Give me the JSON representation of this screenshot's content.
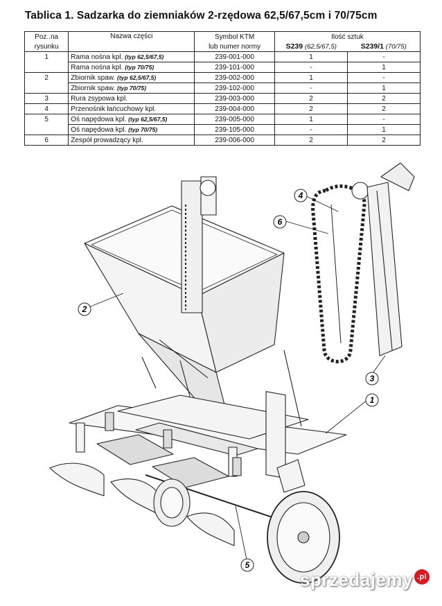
{
  "title": "Tablica 1. Sadzarka do ziemniaków 2-rzędowa 62,5/67,5cm i 70/75cm",
  "table": {
    "headers": {
      "poz_line1": "Poz..na",
      "poz_line2": "rysunku",
      "name": "Nazwa części",
      "symbol_line1": "Symbol KTM",
      "symbol_line2": "lub numer normy",
      "qty": "Ilość sztuk",
      "qty_a_model": "S239",
      "qty_a_type": "(62,5/67,5)",
      "qty_b_model": "S239/1",
      "qty_b_type": "(70/75)"
    },
    "rows": [
      {
        "poz": "1",
        "name": "Rama nośna kpl.",
        "subtype": "(typ 62,5/67,5)",
        "symbol": "239-001-000",
        "qty_a": "1",
        "qty_b": "-"
      },
      {
        "poz": "",
        "name": "Rama nośna kpl.",
        "subtype": "(typ 70/75)",
        "symbol": "239-101-000",
        "qty_a": "-",
        "qty_b": "1"
      },
      {
        "poz": "2",
        "name": "Zbiornik spaw.",
        "subtype": "(typ 62,5/67,5)",
        "symbol": "239-002-000",
        "qty_a": "1",
        "qty_b": "-"
      },
      {
        "poz": "",
        "name": "Zbiornik spaw.",
        "subtype": "(typ 70/75)",
        "symbol": "239-102-000",
        "qty_a": "-",
        "qty_b": "1"
      },
      {
        "poz": "3",
        "name": "Rura zsypowa kpl.",
        "subtype": "",
        "symbol": "239-003-000",
        "qty_a": "2",
        "qty_b": "2"
      },
      {
        "poz": "4",
        "name": "Przenośnik łańcuchowy kpl.",
        "subtype": "",
        "symbol": "239-004-000",
        "qty_a": "2",
        "qty_b": "2"
      },
      {
        "poz": "5",
        "name": "Oś napędowa kpl.",
        "subtype": "(typ 62,5/67,5)",
        "symbol": "239-005-000",
        "qty_a": "1",
        "qty_b": "-"
      },
      {
        "poz": "",
        "name": "Oś napędowa kpl.",
        "subtype": "(typ 70/75)",
        "symbol": "239-105-000",
        "qty_a": "-",
        "qty_b": "1"
      },
      {
        "poz": "6",
        "name": "Zespół prowadzący kpl.",
        "subtype": "",
        "symbol": "239-006-000",
        "qty_a": "2",
        "qty_b": "2"
      }
    ]
  },
  "callouts": [
    "1",
    "2",
    "3",
    "4",
    "5",
    "6"
  ],
  "watermark": {
    "text": "sprzedajemy",
    "badge": ".pl",
    "badge_color": "#e0141b"
  },
  "colors": {
    "line": "#222222",
    "fill": "#f4f4f4"
  }
}
